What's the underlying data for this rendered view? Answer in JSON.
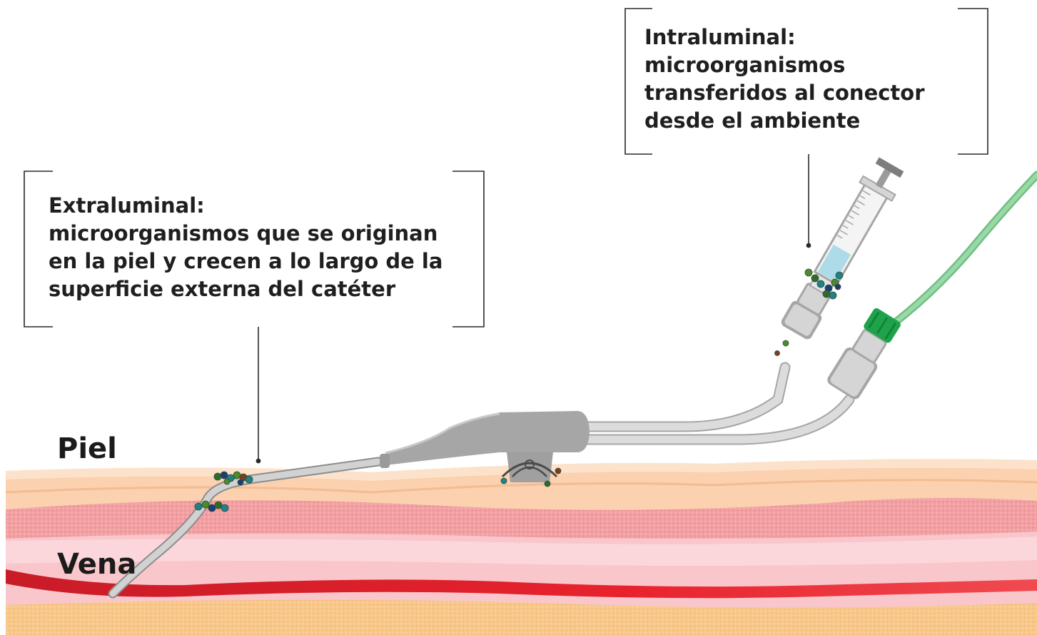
{
  "labels": {
    "skin": "Piel",
    "vein": "Vena"
  },
  "callouts": {
    "intraluminal": {
      "lines": [
        "Intraluminal:",
        "microorganismos",
        "transferidos al conector",
        "desde el ambiente"
      ]
    },
    "extraluminal": {
      "lines": [
        "Extraluminal:",
        "microorganismos que se originan",
        "en la piel y crecen a lo largo de la",
        "superficie externa del catéter"
      ]
    }
  },
  "colors": {
    "skin_surface": "#fbd3b2",
    "skin_top": "#fde3cd",
    "dermis": "#f2a2a5",
    "vein_wall": "#f9cbcf",
    "vein_blood": "#d81f2a",
    "subcutaneous": "#f8c98c",
    "catheter": "#c9c9c9",
    "hub": "#a7a7a7",
    "green_line": "#8fd19e",
    "green_cap": "#1fa34a",
    "syringe_fluid": "#aedbe8",
    "microbes": [
      "#2e6b2f",
      "#1d3d7a",
      "#21808a",
      "#7a3f1f",
      "#4c8a2e"
    ]
  }
}
